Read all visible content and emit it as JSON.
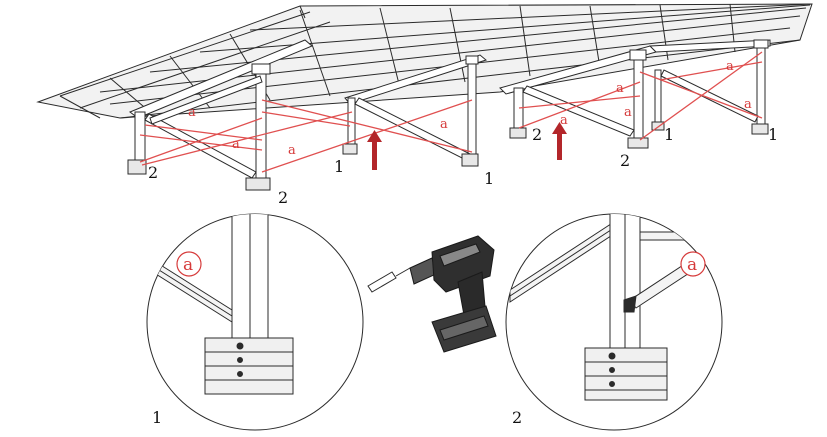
{
  "diagram": {
    "brace_label": "a",
    "callouts": [
      {
        "id": "1",
        "label": "1"
      },
      {
        "id": "2",
        "label": "2"
      }
    ],
    "frame_labels": {
      "left_rack_near": "2",
      "left_rack_corner": "2",
      "left_rack_mid": "1",
      "left_rack_right": "1",
      "right_rack_left": "2",
      "right_rack_bottom": "2",
      "right_rack_mid": "1",
      "right_rack_right": "1"
    },
    "colors": {
      "brace": "#e05050",
      "arrow": "#b3262a",
      "line": "#2b2b2b"
    },
    "icons": [
      "solar-panel-array",
      "ground-mount-frame",
      "drill-icon",
      "drill-bit-icon",
      "arrow-up-icon"
    ]
  }
}
